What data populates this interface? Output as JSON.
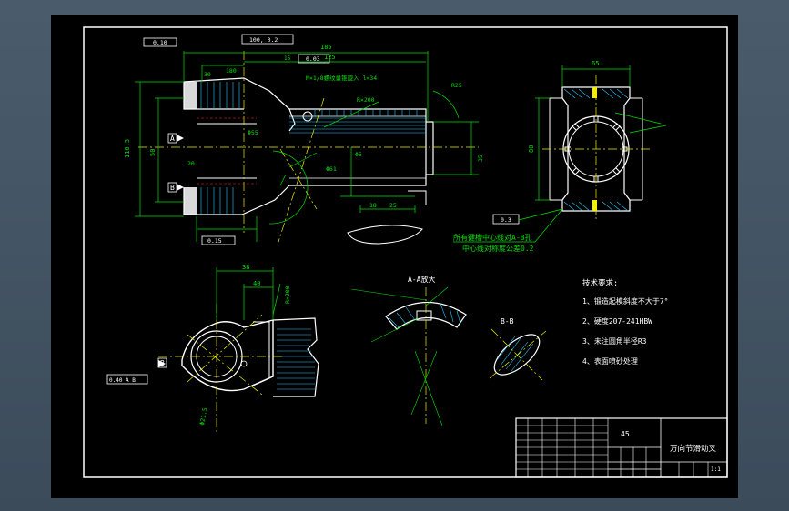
{
  "colors": {
    "background": "#3f5060",
    "sheet": "#000000",
    "outline": "#ffffff",
    "dimension": "#00e000",
    "center": "#ffff00",
    "hatch": "#28c8ff",
    "hidden": "#ff2a2a"
  },
  "dims": {
    "flatness": "0.10",
    "perp_top": "100, 0.2",
    "par_top": "0.03",
    "d185": "185",
    "d125": "125",
    "d15": "15",
    "hole_note": "M×1/8螺纹量锥旋入 l=34",
    "r25": "R25",
    "d30": "30",
    "d180": "180",
    "d200": "R×200",
    "datum_a": "A",
    "datum_b": "B",
    "d116": "116.5",
    "d50": "50",
    "d20": "20",
    "d55": "Φ55",
    "tol_bottom": "0.15",
    "d35": "35",
    "d5": "Φ5",
    "d61": "Φ61",
    "d65": "65",
    "d80": "80",
    "tol_right": "0.3",
    "d18": "18",
    "d25": "25",
    "d38": "38",
    "d40": "40",
    "d200b": "R×200",
    "d21": "Φ21.5",
    "tol_left": "0.40 A B"
  },
  "notes": {
    "spline_note": "所有键槽中心线对A-B孔",
    "spline_note2": "中心线对称度公差0.2",
    "section_aa": "A-A放大",
    "section_bb": "B-B",
    "tech_title": "技术要求:",
    "tech_1": "1、锻造起模斜度不大于7°",
    "tech_2": "2、硬度207-241HBW",
    "tech_3": "3、未注圆角半径R3",
    "tech_4": "4、表面喷砂处理"
  },
  "title_block": {
    "material": "45",
    "part_name": "万向节滑动叉",
    "scale": "1:1"
  }
}
